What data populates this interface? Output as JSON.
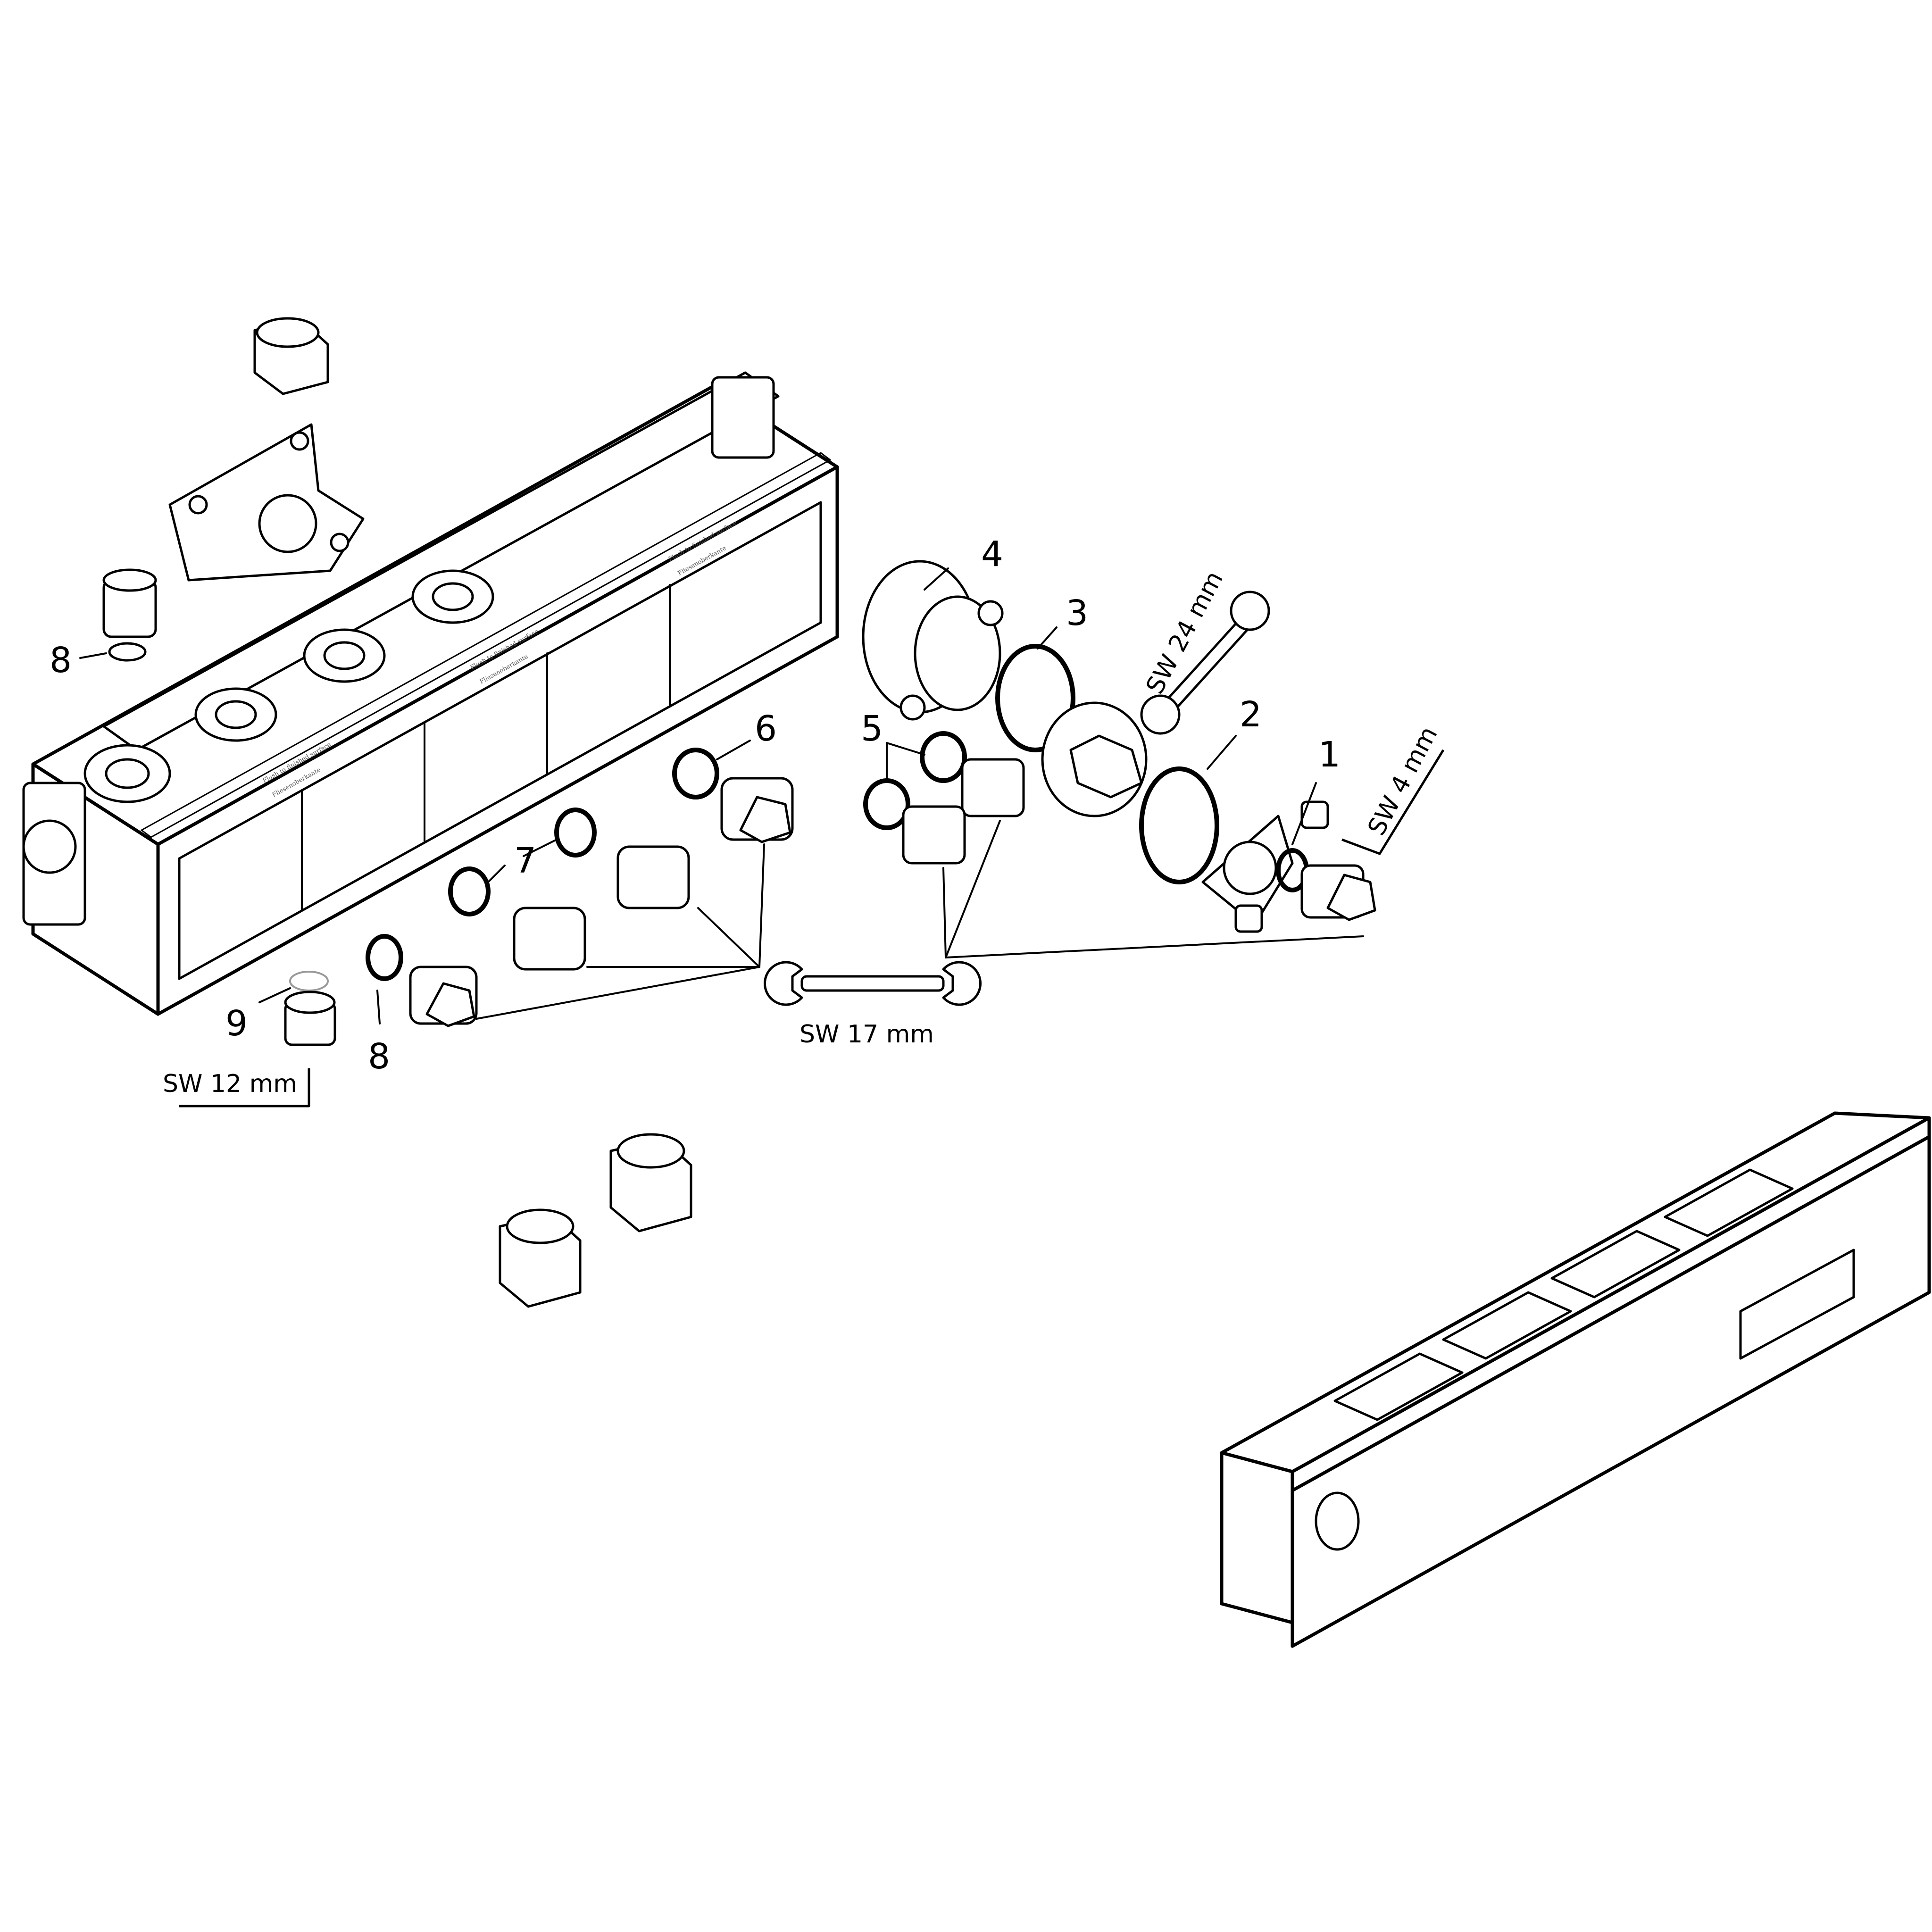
{
  "callouts": {
    "c1": "1",
    "c2": "2",
    "c3": "3",
    "c4": "4",
    "c5": "5",
    "c6": "6",
    "c7": "7",
    "c8_left": "8",
    "c8_bottom": "8",
    "c9": "9"
  },
  "tools": {
    "wrench_17": "SW 17 mm",
    "wrench_24": "SW 24 mm",
    "hex_4": "SW 4 mm",
    "hex_12": "SW 12 mm"
  }
}
